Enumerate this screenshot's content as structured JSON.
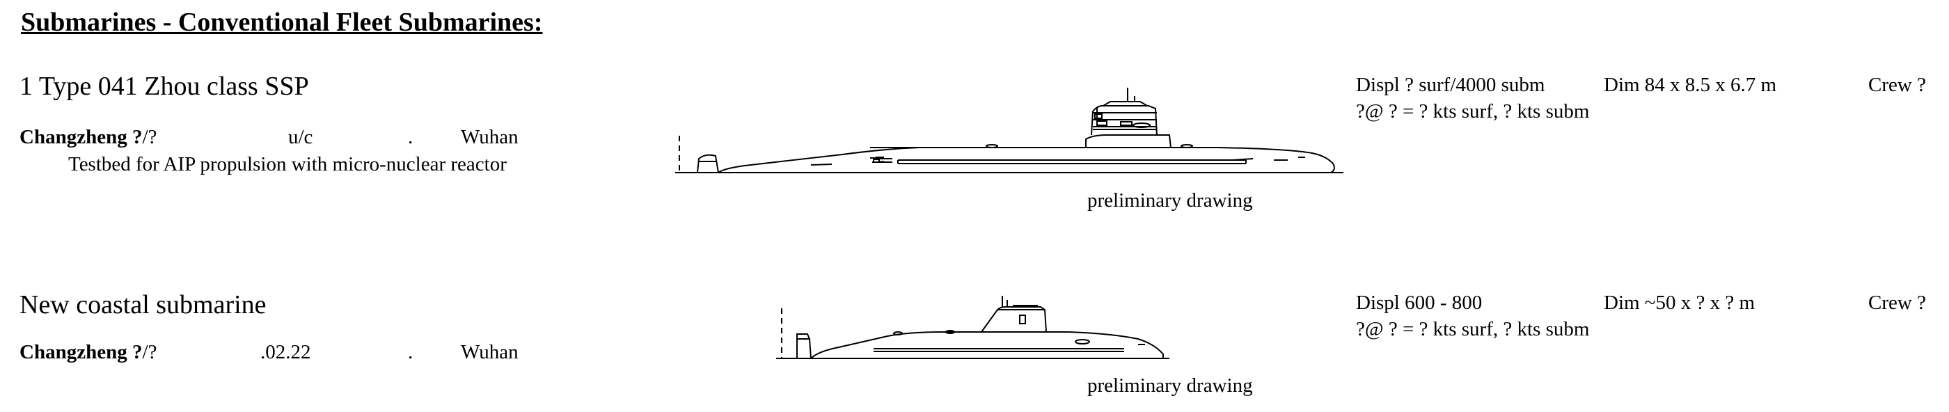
{
  "page": {
    "heading": "Submarines - Conventional Fleet Submarines:"
  },
  "entries": [
    {
      "class_title": "1 Type 041 Zhou class SSP",
      "ship_name": "Changzheng ?",
      "ship_suffix": "/?",
      "date": "u/c",
      "dot": ".",
      "builder": "Wuhan",
      "note": "Testbed for AIP propulsion with micro-nuclear reactor",
      "drawing_caption": "preliminary drawing",
      "specs": {
        "displ": "Displ ? surf/4000 subm",
        "dim": "Dim 84 x 8.5 x 6.7 m",
        "crew": "Crew ?",
        "speed": "?@ ? = ? kts surf, ? kts subm"
      },
      "drawing_icon": "submarine-profile-icon"
    },
    {
      "class_title": "New coastal submarine",
      "ship_name": "Changzheng ?",
      "ship_suffix": "/?",
      "date": ".02.22",
      "dot": ".",
      "builder": "Wuhan",
      "drawing_caption": "preliminary drawing",
      "specs": {
        "displ": "Displ 600 - 800",
        "dim": "Dim ~50 x ? x ? m",
        "crew": "Crew ?",
        "speed": "?@ ? = ? kts surf, ? kts subm"
      },
      "drawing_icon": "submarine-profile-icon"
    }
  ]
}
